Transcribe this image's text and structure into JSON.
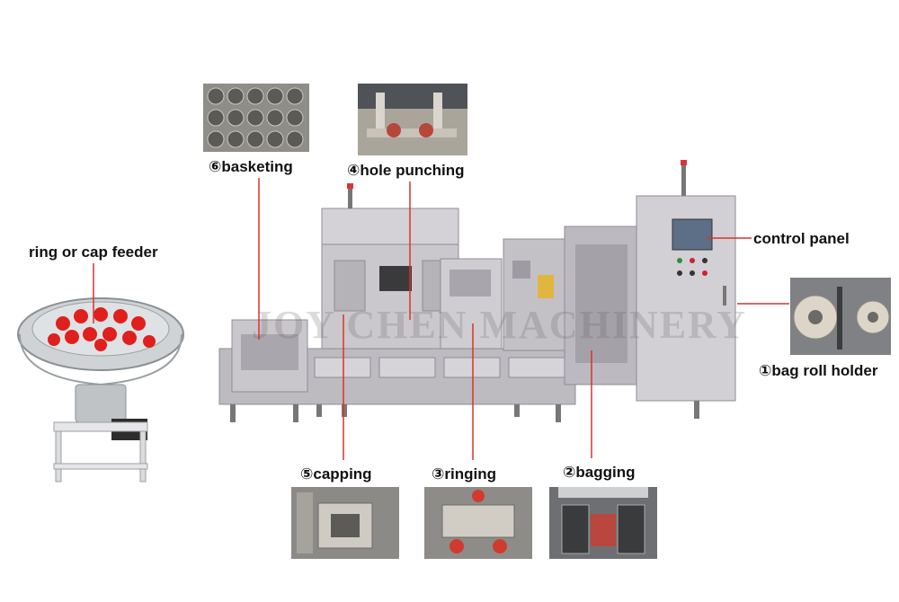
{
  "labels": {
    "basketing": "⑥basketing",
    "hole_punching": "④hole punching",
    "ring_cap_feeder": "ring or cap feeder",
    "control_panel": "control panel",
    "bag_roll_holder": "①bag roll holder",
    "capping": "⑤capping",
    "ringing": "③ringing",
    "bagging": "②bagging"
  },
  "watermark": "JOY CHEN MACHINERY",
  "colors": {
    "leader_line": "#d9332b",
    "machine_body": "#c7c5c8",
    "machine_frame": "#b3b1b6",
    "cap_red": "#e0201e",
    "feeder_steel": "#bfc3c6"
  }
}
